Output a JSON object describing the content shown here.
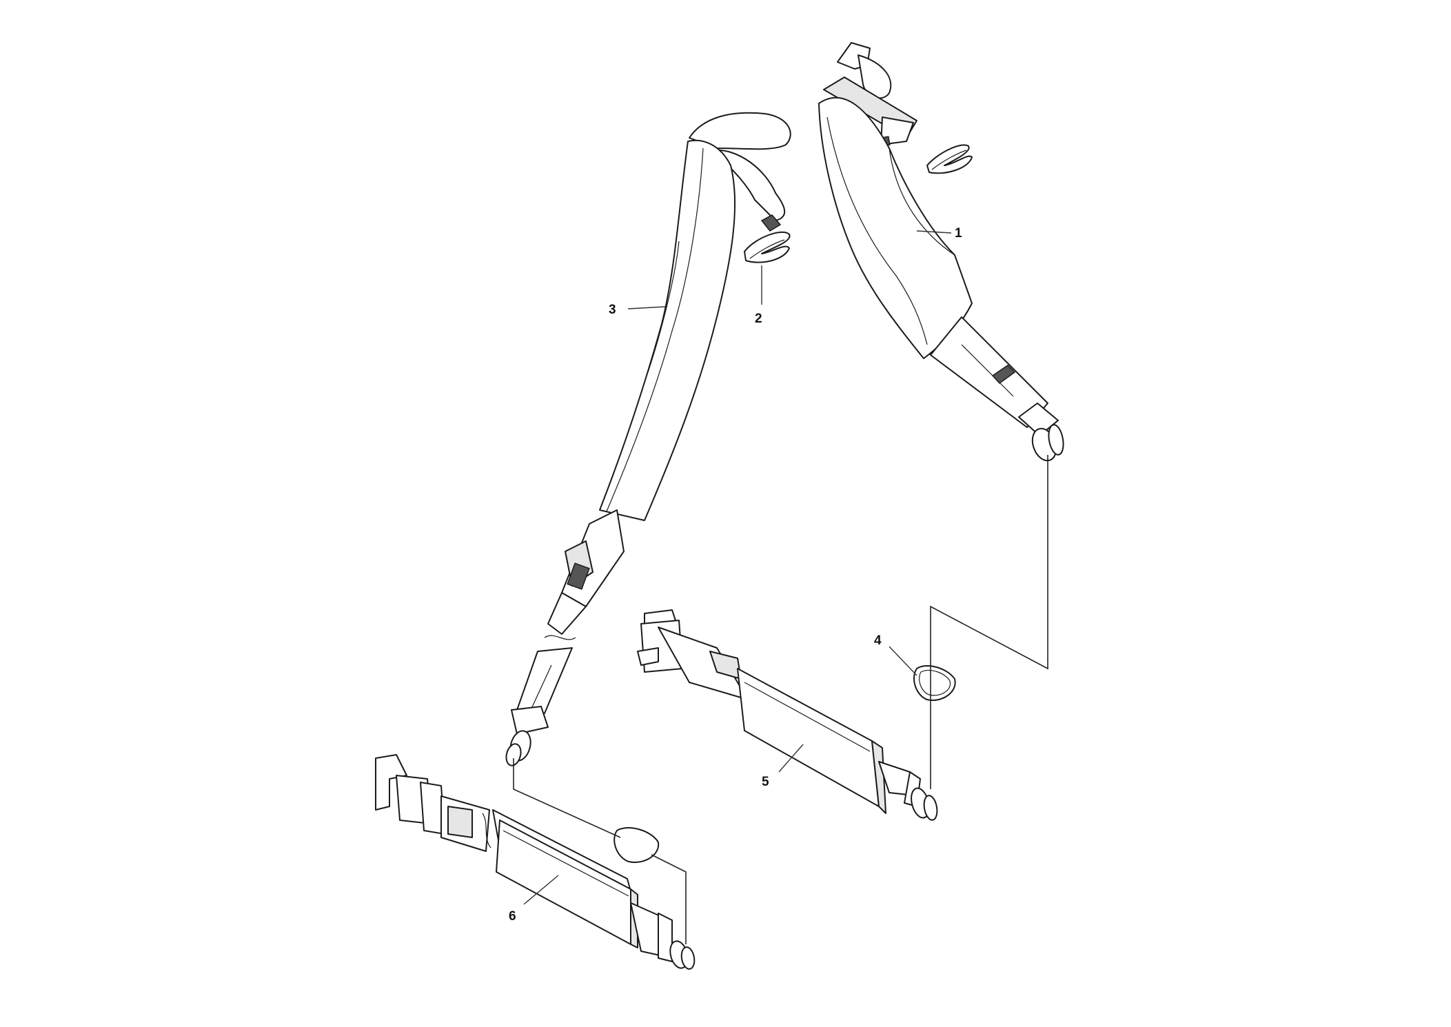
{
  "callouts": [
    {
      "id": "1",
      "label": "1"
    },
    {
      "id": "2",
      "label": "2"
    },
    {
      "id": "3",
      "label": "3"
    },
    {
      "id": "4",
      "label": "4"
    },
    {
      "id": "5",
      "label": "5"
    },
    {
      "id": "6",
      "label": "6"
    }
  ],
  "colors": {
    "line": "#1a1a1a",
    "fill": "#ffffff",
    "shade": "#e6e6e6"
  }
}
